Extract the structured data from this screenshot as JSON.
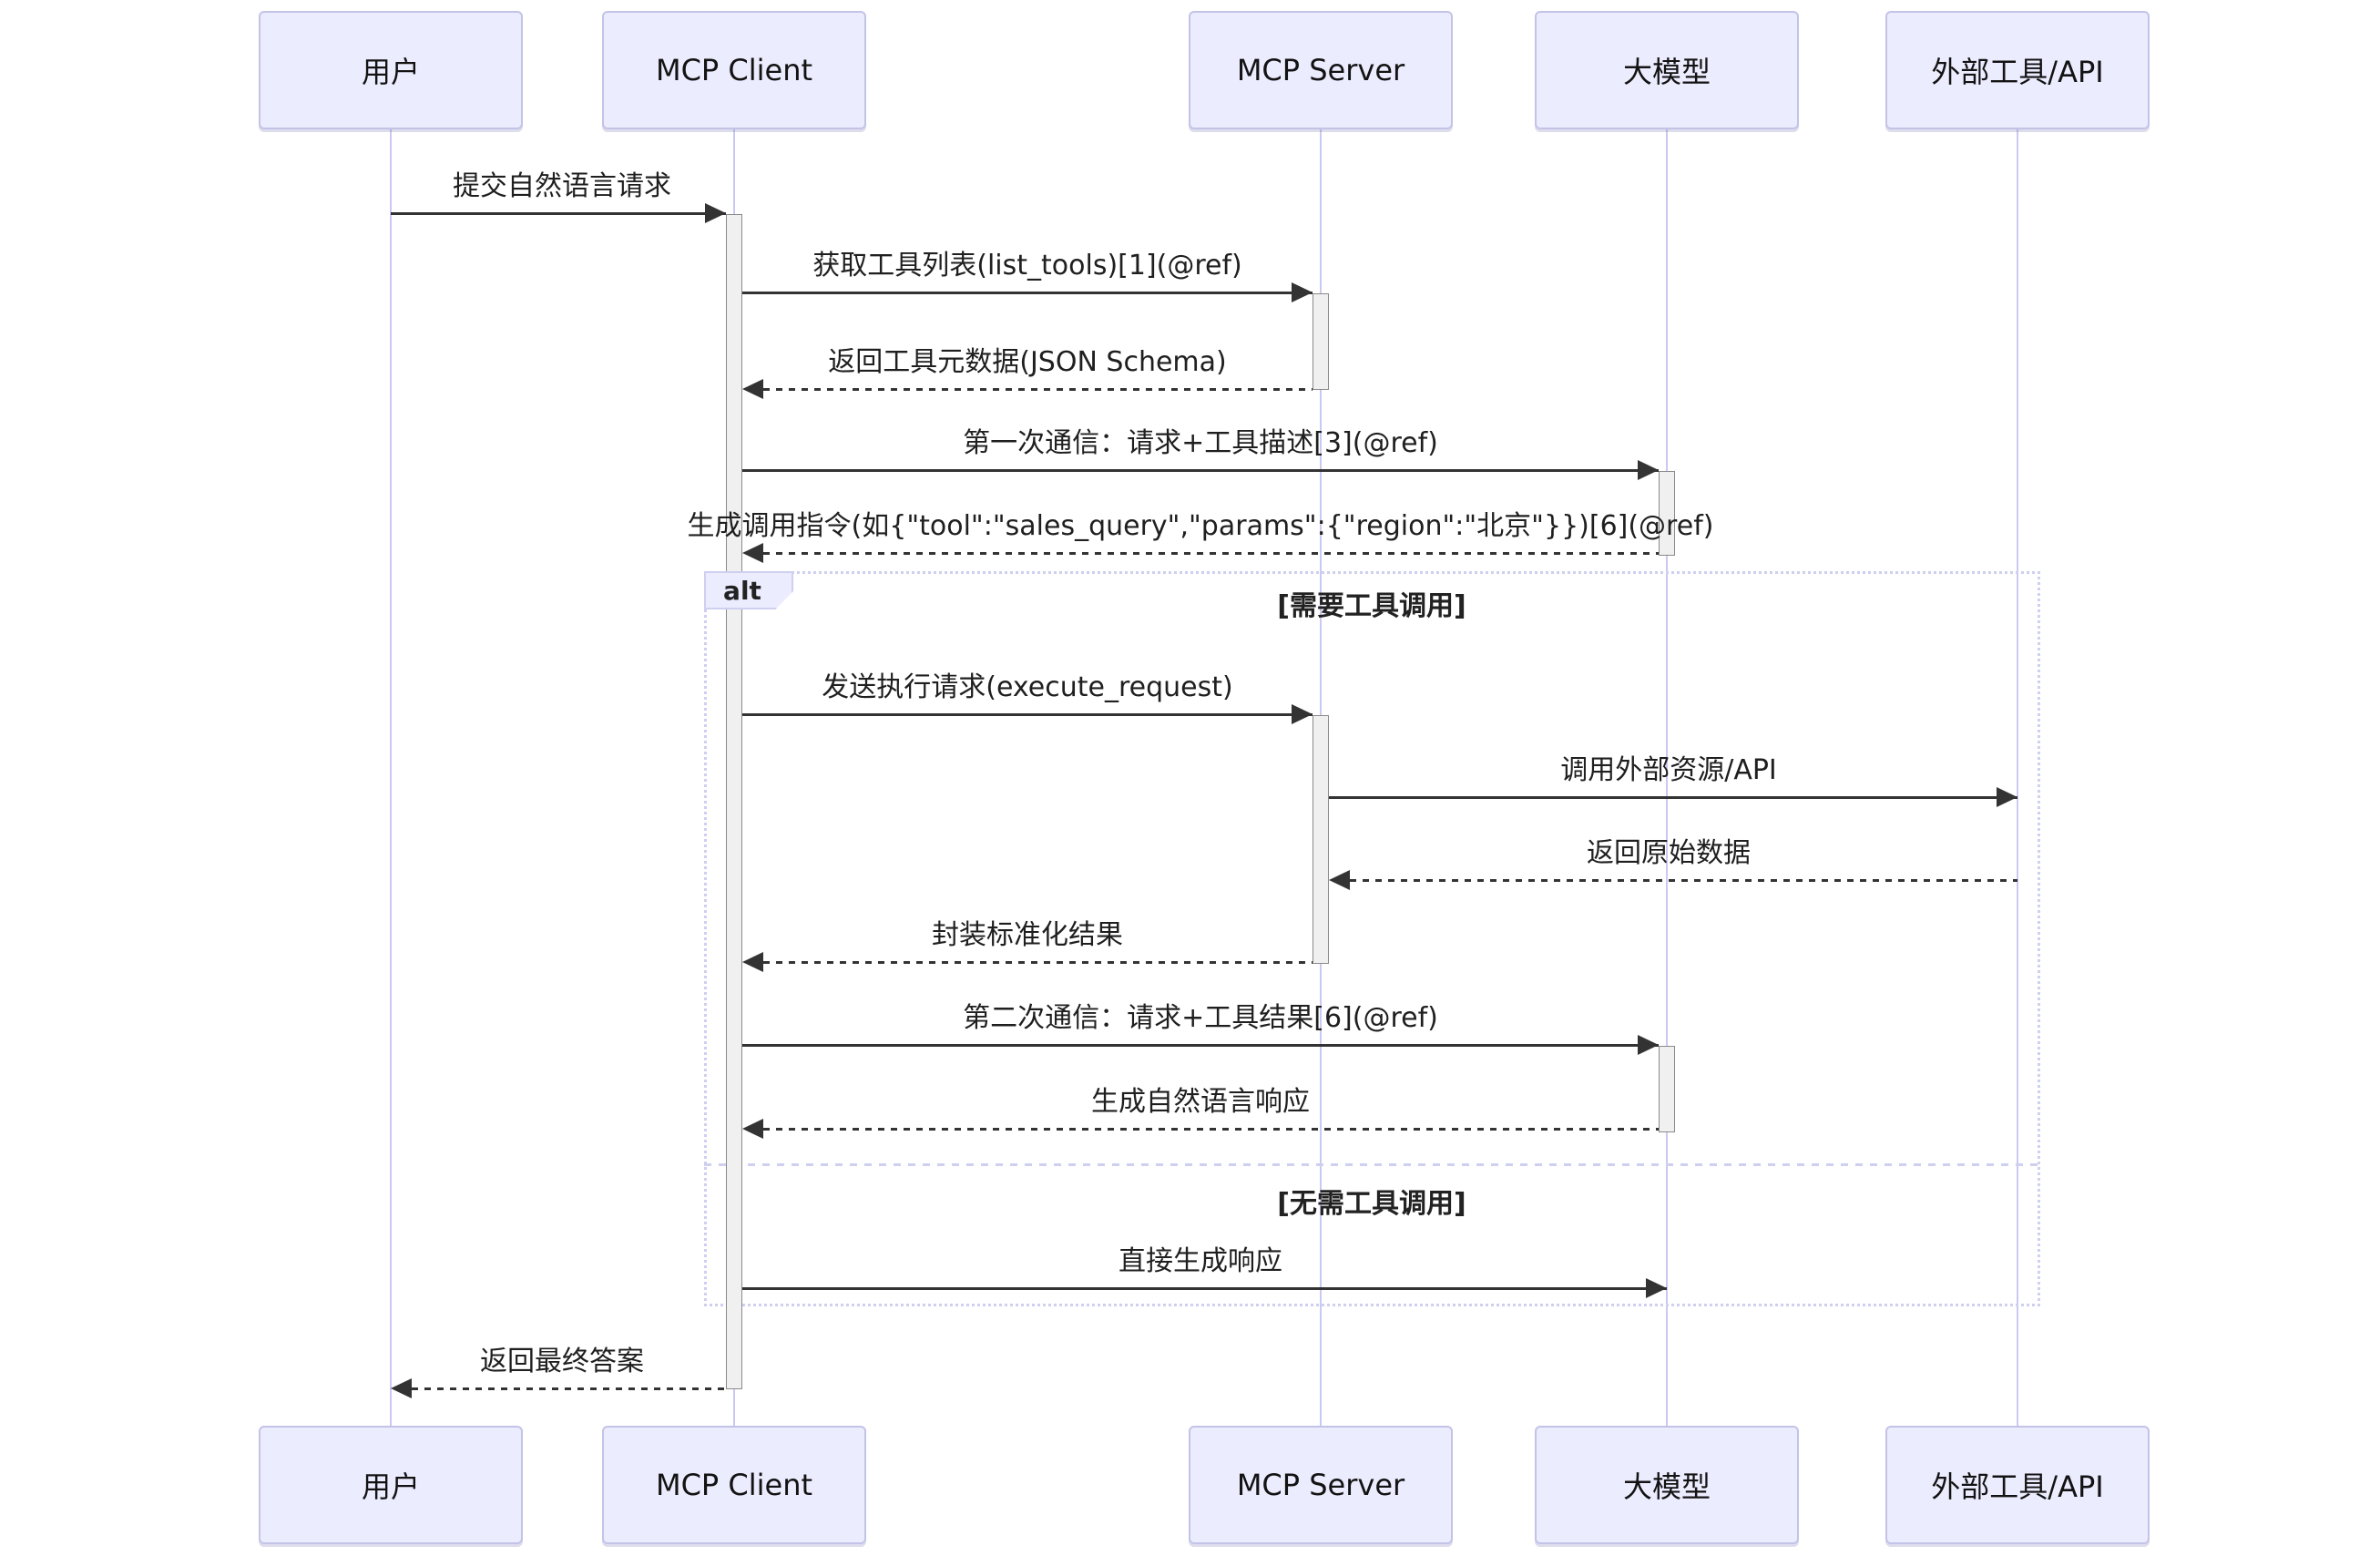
{
  "diagram": {
    "type": "sequence-diagram",
    "participants": [
      {
        "id": "user",
        "label": "用户"
      },
      {
        "id": "mcp-client",
        "label": "MCP Client"
      },
      {
        "id": "mcp-server",
        "label": "MCP Server"
      },
      {
        "id": "llm",
        "label": "大模型"
      },
      {
        "id": "external-tools",
        "label": "外部工具/API"
      }
    ],
    "messages": [
      {
        "from": "用户",
        "to": "MCP Client",
        "text": "提交自然语言请求",
        "line": "solid"
      },
      {
        "from": "MCP Client",
        "to": "MCP Server",
        "text": "获取工具列表(list_tools)[1](@ref)",
        "line": "solid"
      },
      {
        "from": "MCP Server",
        "to": "MCP Client",
        "text": "返回工具元数据(JSON Schema)",
        "line": "dashed"
      },
      {
        "from": "MCP Client",
        "to": "大模型",
        "text": "第一次通信：请求+工具描述[3](@ref)",
        "line": "solid"
      },
      {
        "from": "大模型",
        "to": "MCP Client",
        "text": "生成调用指令(如{\"tool\":\"sales_query\",\"params\":{\"region\":\"北京\"}})[6](@ref)",
        "line": "dashed"
      },
      {
        "from": "MCP Client",
        "to": "MCP Server",
        "text": "发送执行请求(execute_request)",
        "line": "solid"
      },
      {
        "from": "MCP Server",
        "to": "外部工具/API",
        "text": "调用外部资源/API",
        "line": "solid"
      },
      {
        "from": "外部工具/API",
        "to": "MCP Server",
        "text": "返回原始数据",
        "line": "dashed"
      },
      {
        "from": "MCP Server",
        "to": "MCP Client",
        "text": "封装标准化结果",
        "line": "dashed"
      },
      {
        "from": "MCP Client",
        "to": "大模型",
        "text": "第二次通信：请求+工具结果[6](@ref)",
        "line": "solid"
      },
      {
        "from": "大模型",
        "to": "MCP Client",
        "text": "生成自然语言响应",
        "line": "dashed"
      },
      {
        "from": "MCP Client",
        "to": "大模型",
        "text": "直接生成响应",
        "line": "solid"
      },
      {
        "from": "MCP Client",
        "to": "用户",
        "text": "返回最终答案",
        "line": "dashed"
      }
    ],
    "alt_frame": {
      "label": "alt",
      "branches": [
        {
          "condition": "[需要工具调用]"
        },
        {
          "condition": "[无需工具调用]"
        }
      ]
    },
    "colors": {
      "participant_fill": "#ECECFF",
      "participant_border": "#C3C3E8",
      "lifeline": "#C9C9F1",
      "activation_fill": "#F0F0F0",
      "activation_border": "#8A8A8A",
      "arrow": "#333333",
      "frame_border": "#CFCFF0",
      "text": "#1F1F1F"
    }
  }
}
